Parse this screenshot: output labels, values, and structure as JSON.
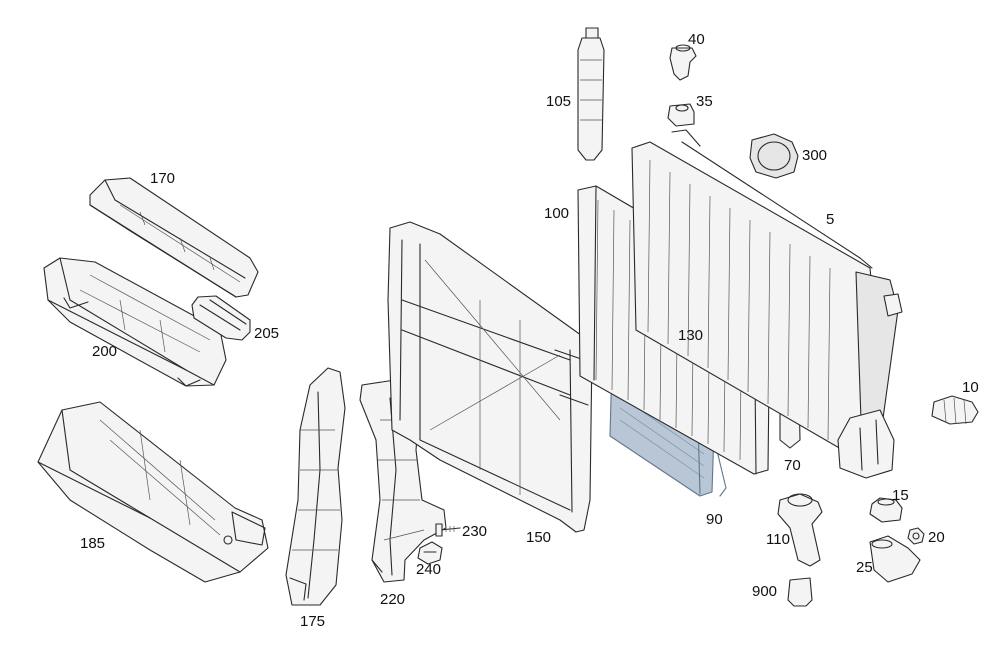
{
  "diagram": {
    "labels": {
      "p5": "5",
      "p10": "10",
      "p15": "15",
      "p20": "20",
      "p25": "25",
      "p35": "35",
      "p40": "40",
      "p70": "70",
      "p90": "90",
      "p100": "100",
      "p105": "105",
      "p110": "110",
      "p130": "130",
      "p150": "150",
      "p170": "170",
      "p175": "175",
      "p185": "185",
      "p200": "200",
      "p205": "205",
      "p220": "220",
      "p230": "230",
      "p240": "240",
      "p300": "300",
      "p900": "900"
    },
    "colors": {
      "line": "#2a2a2a",
      "highlight_fill": "#b9c6d6",
      "highlight_stroke": "#5f7691"
    }
  }
}
